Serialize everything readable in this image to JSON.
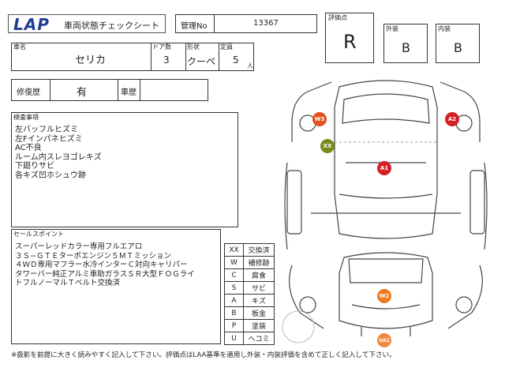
{
  "header": {
    "logo": "LAP",
    "title": "車両状態チェックシート",
    "mgmt_label": "管理No",
    "mgmt_value": "13367"
  },
  "ratings": {
    "score_label": "評価点",
    "score_value": "R",
    "exterior_label": "外装",
    "exterior_value": "B",
    "interior_label": "内装",
    "interior_value": "B"
  },
  "vehicle": {
    "name_label": "車名",
    "name_value": "セリカ",
    "doors_label": "ドア数",
    "doors_value": "3",
    "shape_label": "形状",
    "shape_value": "クーペ",
    "capacity_label": "定員",
    "capacity_value": "5",
    "capacity_unit": "人"
  },
  "history": {
    "repair_label": "修復歴",
    "repair_value": "有",
    "record_label": "車歴",
    "record_value": ""
  },
  "inspection": {
    "label": "検査事項",
    "text": "左バッフルヒズミ\n左Fインパネヒズミ\nAC不良\nルーム内スレヨゴレキズ\n下廻りサビ\n各キズ凹ホシュウ跡"
  },
  "sales": {
    "label": "セールスポイント",
    "text": "スーパーレッドカラー専用フルエアロ\n３Ｓ−ＧＴＥターボエンジン５ＭＴミッション\n４ＷＤ専用マフラー水冷インターＣ対向キャリパー\nタワーバー純正アルミ車助ガラスＳＲ大型ＦＯＧライ\nトフルノーマルＴベルト交換済"
  },
  "legend": [
    {
      "code": "XX",
      "meaning": "交換済"
    },
    {
      "code": "W",
      "meaning": "補修跡"
    },
    {
      "code": "C",
      "meaning": "腐食"
    },
    {
      "code": "S",
      "meaning": "サビ"
    },
    {
      "code": "A",
      "meaning": "キズ"
    },
    {
      "code": "B",
      "meaning": "板金"
    },
    {
      "code": "P",
      "meaning": "塗装"
    },
    {
      "code": "U",
      "meaning": "ヘコミ"
    }
  ],
  "damage_markers": [
    {
      "code": "W3",
      "color": "#e2531f"
    },
    {
      "code": "A2",
      "color": "#d42027"
    },
    {
      "code": "XX",
      "color": "#7a8a1c"
    },
    {
      "code": "A1",
      "color": "#d42027"
    },
    {
      "code": "W2",
      "color": "#f07a20"
    },
    {
      "code": "UA2",
      "color": "#f08a40"
    }
  ],
  "footer": "※扱影を前提に大きく読みやすく記入して下さい。評価点はLAA基準を適用し外装・内装評価を含めて正しく記入して下さい。"
}
